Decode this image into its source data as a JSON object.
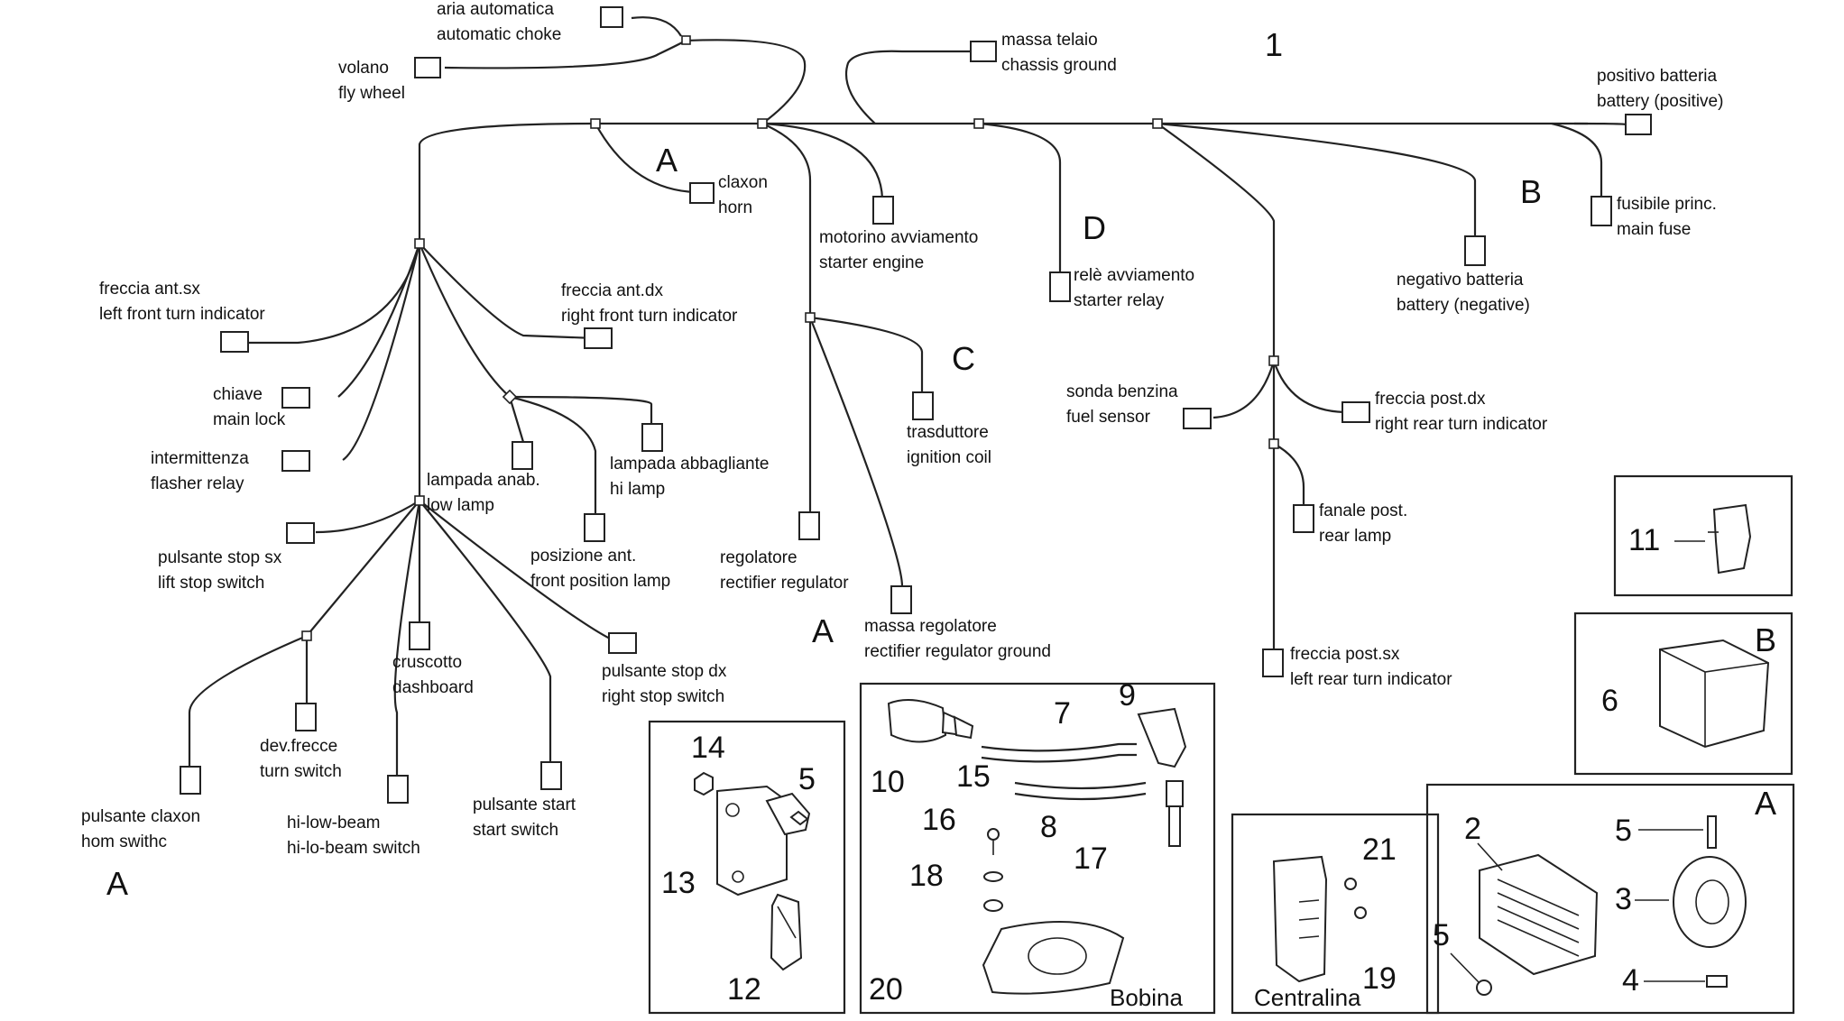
{
  "labels": {
    "aria1": "aria automatica",
    "aria2": "automatic choke",
    "volano1": "volano",
    "volano2": "fly wheel",
    "massa1": "massa telaio",
    "massa2": "chassis ground",
    "harness_num": "1",
    "posbat1": "positivo batteria",
    "posbat2": "battery (positive)",
    "claxon1": "claxon",
    "claxon2": "horn",
    "motor1": "motorino avviamento",
    "motor2": "starter engine",
    "rele1": "relè avviamento",
    "rele2": "starter relay",
    "negbat1": "negativo batteria",
    "negbat2": "battery (negative)",
    "fuse1": "fusibile princ.",
    "fuse2": "main fuse",
    "fasx1": "freccia ant.sx",
    "fasx2": "left front turn indicator",
    "fadx1": "freccia ant.dx",
    "fadx2": "right front turn indicator",
    "chiave1": "chiave",
    "chiave2": "main lock",
    "inter1": "intermittenza",
    "inter2": "flasher relay",
    "anab1": "lampada anab.",
    "anab2": "low lamp",
    "abb1": "lampada abbagliante",
    "abb2": "hi lamp",
    "trasd1": "trasduttore",
    "trasd2": "ignition coil",
    "sonda1": "sonda benzina",
    "sonda2": "fuel sensor",
    "fpdx1": "freccia post.dx",
    "fpdx2": "right rear turn indicator",
    "fanale1": "fanale post.",
    "fanale2": "rear lamp",
    "pstopsx1": "pulsante stop sx",
    "pstopsx2": "lift stop switch",
    "posant1": "posizione ant.",
    "posant2": "front position lamp",
    "regol1": "regolatore",
    "regol2": "rectifier regulator",
    "massareg1": "massa regolatore",
    "massareg2": "rectifier regulator ground",
    "crusc1": "cruscotto",
    "crusc2": "dashboard",
    "pstopdx1": "pulsante stop dx",
    "pstopdx2": "right stop switch",
    "fpsx1": "freccia post.sx",
    "fpsx2": "left rear turn indicator",
    "devfr1": "dev.frecce",
    "devfr2": "turn switch",
    "pclax1": "pulsante claxon",
    "pclax2": "hom swithc",
    "hilo1": "hi-low-beam",
    "hilo2": "hi-lo-beam switch",
    "pstart1": "pulsante start",
    "pstart2": "start switch"
  },
  "section_letters": {
    "a1": "A",
    "a2": "A",
    "a3": "A",
    "b": "B",
    "c": "C",
    "d": "D"
  },
  "panels": {
    "bobina": "Bobina",
    "centralina": "Centralina",
    "relay_letter": "11",
    "battery_letter": "B",
    "battery_num": "6",
    "a_letter": "A"
  },
  "part_numbers": {
    "p14": "14",
    "p5a": "5",
    "p13": "13",
    "p12": "12",
    "p10": "10",
    "p15": "15",
    "p7": "7",
    "p9": "9",
    "p8": "8",
    "p16": "16",
    "p17": "17",
    "p18": "18",
    "p20": "20",
    "p21": "21",
    "p19": "19",
    "p2": "2",
    "p5b": "5",
    "p3": "3",
    "p5c": "5",
    "p4": "4"
  }
}
